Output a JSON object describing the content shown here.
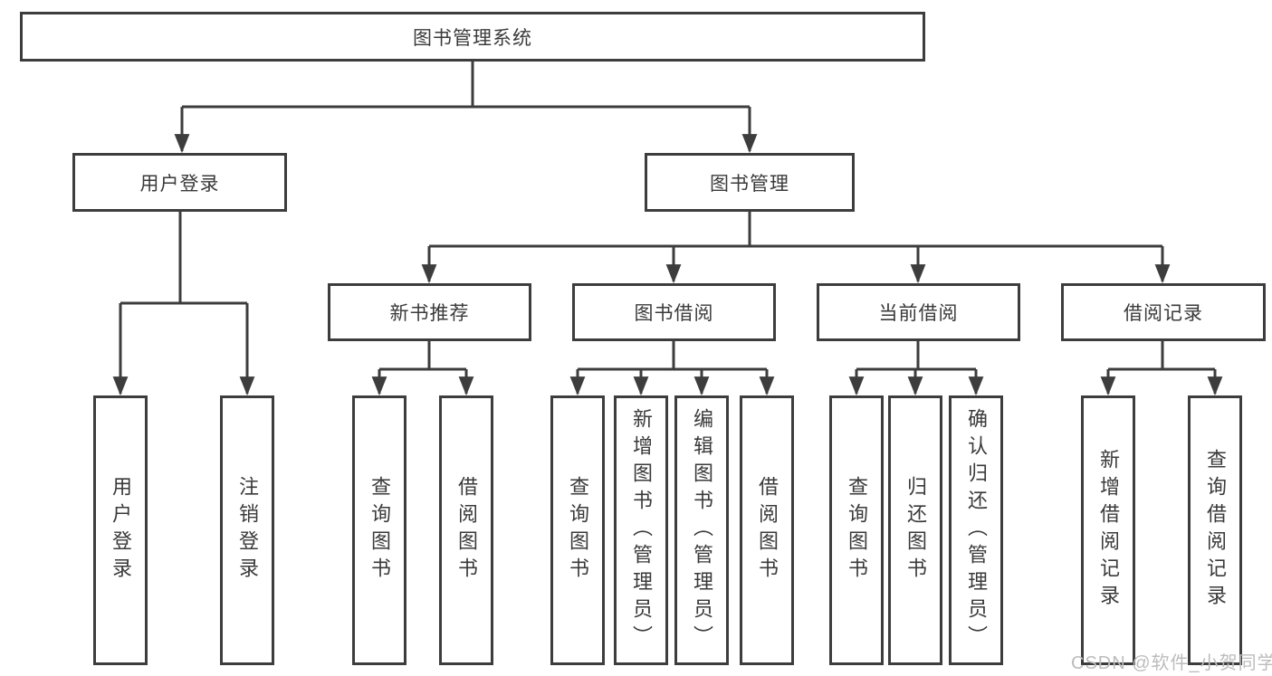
{
  "diagram": {
    "root": {
      "label": "图书管理系统"
    },
    "level2": [
      {
        "id": "user-login",
        "label": "用户登录"
      },
      {
        "id": "book-management",
        "label": "图书管理"
      }
    ],
    "level3": [
      {
        "id": "new-book-recommend",
        "label": "新书推荐"
      },
      {
        "id": "book-borrow",
        "label": "图书借阅"
      },
      {
        "id": "current-borrow",
        "label": "当前借阅"
      },
      {
        "id": "borrow-records",
        "label": "借阅记录"
      }
    ],
    "leaves": {
      "user_login": [
        {
          "label": "用户登录"
        },
        {
          "label": "注销登录"
        }
      ],
      "new_book_recommend": [
        {
          "label": "查询图书"
        },
        {
          "label": "借阅图书"
        }
      ],
      "book_borrow": [
        {
          "label": "查询图书"
        },
        {
          "label": "新增图书（管理员）"
        },
        {
          "label": "编辑图书（管理员）"
        },
        {
          "label": "借阅图书"
        }
      ],
      "current_borrow": [
        {
          "label": "查询图书"
        },
        {
          "label": "归还图书"
        },
        {
          "label": "确认归还（管理员）"
        }
      ],
      "borrow_records": [
        {
          "label": "新增借阅记录"
        },
        {
          "label": "查询借阅记录"
        }
      ]
    }
  },
  "watermark": {
    "text": "CSDN @软件_小贺同学"
  },
  "colors": {
    "line": "#3d3d3d",
    "box_border": "#3d3d3d",
    "text": "#3a3a3a",
    "watermark": "#bcbcbc",
    "background": "#ffffff"
  }
}
